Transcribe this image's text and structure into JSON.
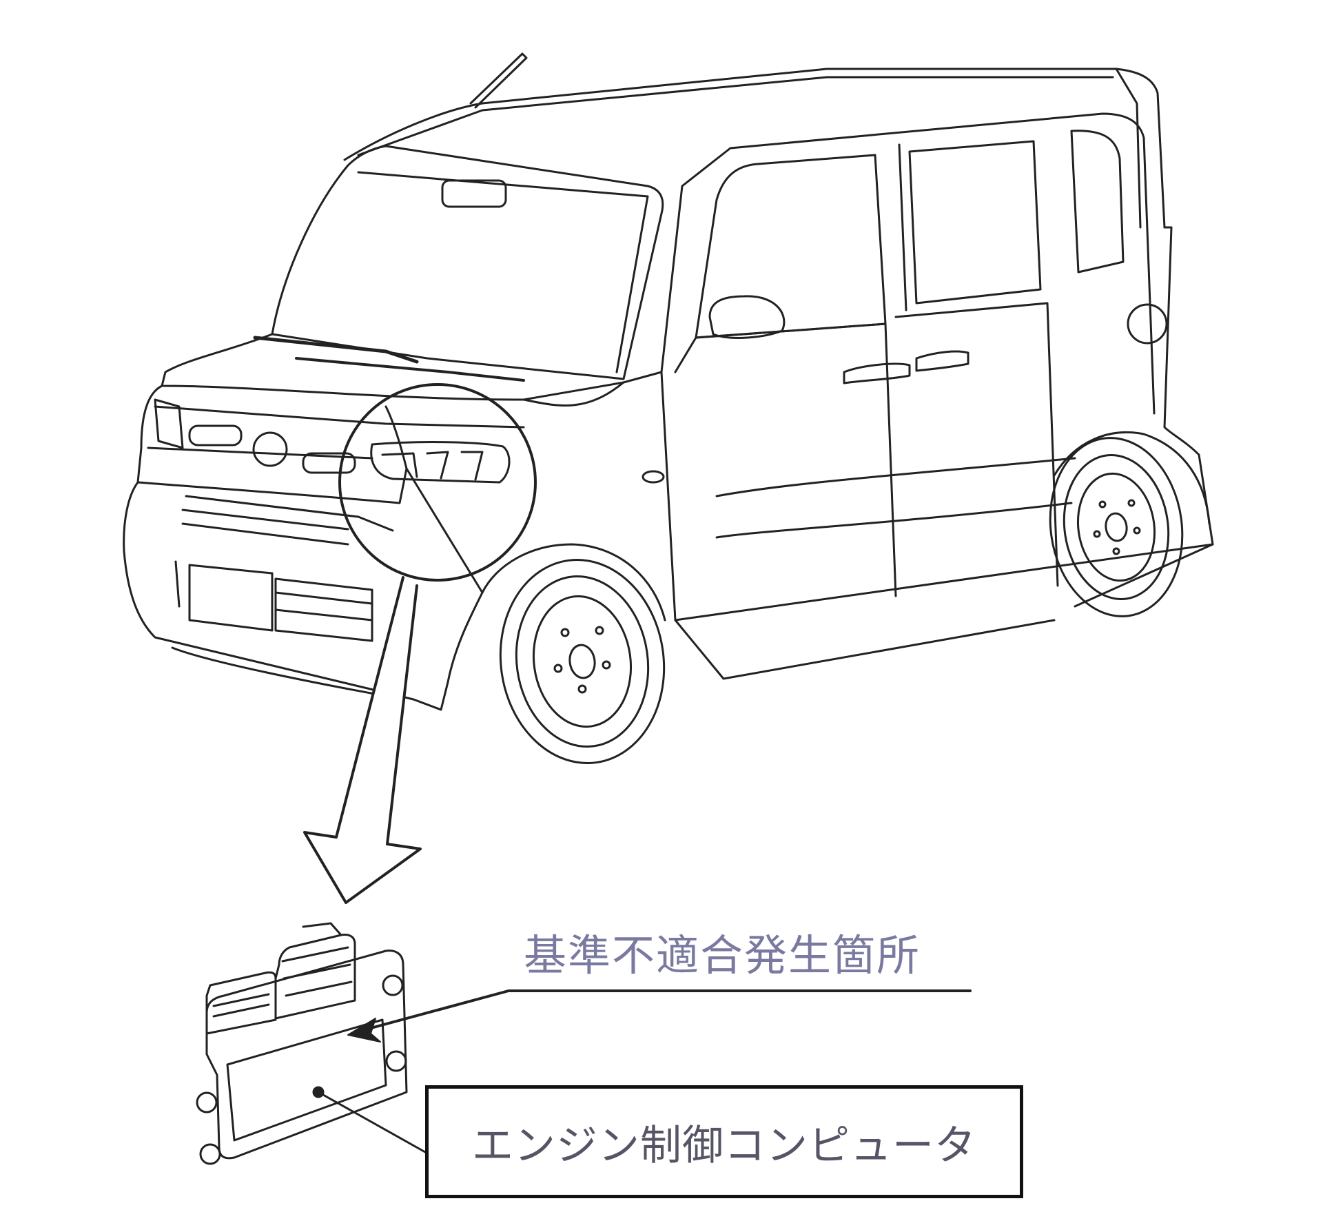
{
  "figure": {
    "subject": "vehicle",
    "detail_subject": "engine-control-unit"
  },
  "labels": {
    "nonconformity_location": "基準不適合発生箇所",
    "component_name": "エンジン制御コンピュータ"
  },
  "colors": {
    "line": "#222222",
    "heading_text": "#7a7aa0",
    "box_text": "#555566",
    "background": "#ffffff"
  }
}
